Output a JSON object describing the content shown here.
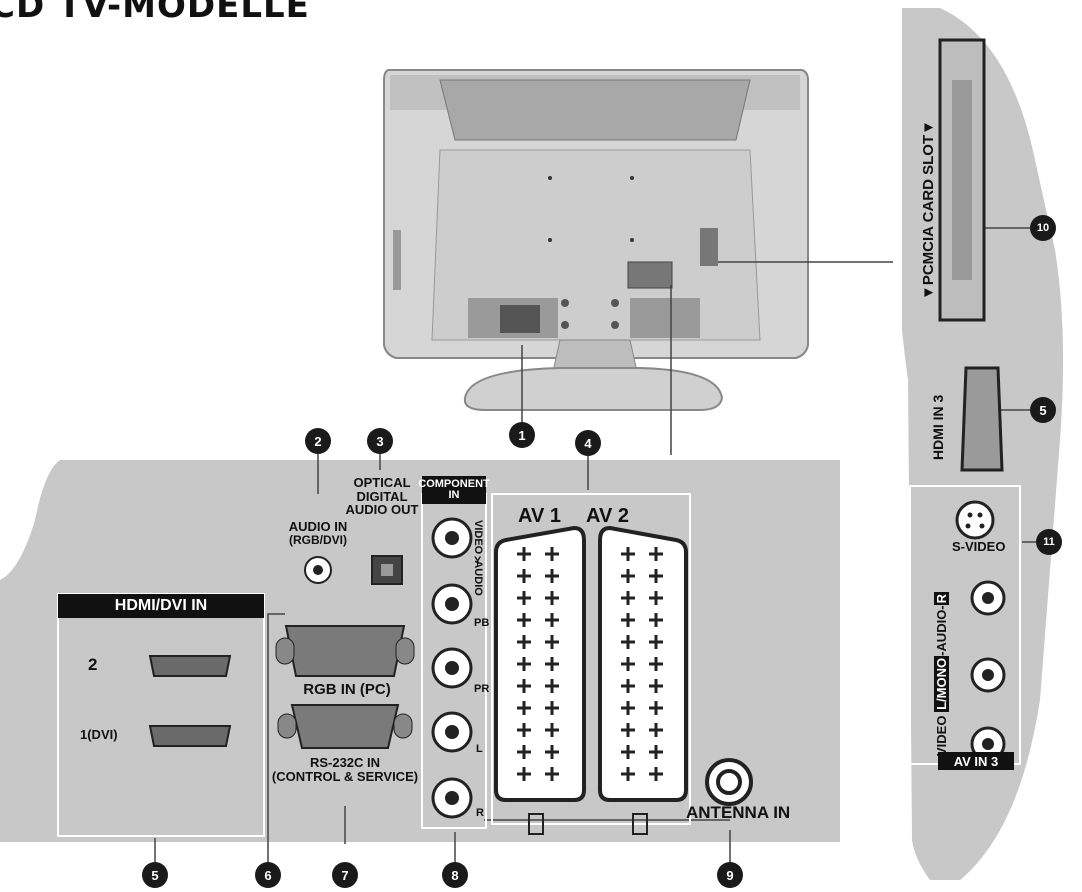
{
  "title": "CD TV-MODELLE",
  "labels": {
    "audio_in": "AUDIO IN",
    "audio_in_sub": "(RGB/DVI)",
    "optical": "OPTICAL",
    "digital": "DIGITAL",
    "audio_out": "AUDIO OUT",
    "component": "COMPONENT",
    "component_in": "IN",
    "video": "VIDEO",
    "audio": "AUDIO",
    "y": "Y",
    "pb": "PB",
    "pr": "PR",
    "l": "L",
    "r": "R",
    "av1": "AV 1",
    "av2": "AV 2",
    "hdmi_dvi_in": "HDMI/DVI IN",
    "hdmi_2": "2",
    "hdmi_1dvi": "1(DVI)",
    "rgb_in_pc": "RGB IN (PC)",
    "rs232c_in": "RS-232C IN",
    "control_service": "(CONTROL & SERVICE)",
    "antenna_in": "ANTENNA IN",
    "pcmcia": "▼PCMCIA CARD SLOT▼",
    "hdmi_in3": "HDMI IN 3",
    "s_video": "S-VIDEO",
    "side_video": "VIDEO",
    "side_lmono": "L/MONO",
    "side_audio": "-AUDIO-",
    "side_r": "R",
    "av_in3": "AV IN 3"
  },
  "callouts": {
    "c1": "1",
    "c2": "2",
    "c3": "3",
    "c4": "4",
    "c5a": "5",
    "c5b": "5",
    "c6": "6",
    "c7": "7",
    "c8": "8",
    "c9": "9",
    "c10": "10",
    "c11": "11"
  }
}
